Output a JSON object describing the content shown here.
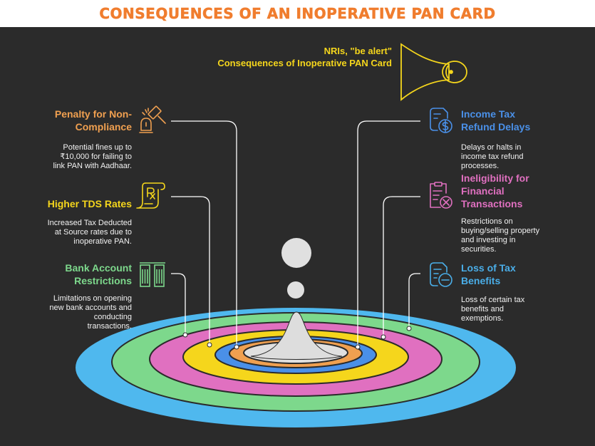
{
  "title": "Consequences of an Inoperative PAN Card",
  "nri": {
    "line1": "NRIs, \"be alert\"",
    "line2": "Consequences of Inoperative PAN Card"
  },
  "items": [
    {
      "id": "penalty",
      "heading_lines": [
        "Penalty for Non-",
        "Compliance"
      ],
      "description_lines": [
        "Potential fines up to",
        "₹10,000 for failing to",
        "link PAN with Aadhaar."
      ],
      "color": "#f0a050",
      "icon": "gavel-icon"
    },
    {
      "id": "tds",
      "heading_lines": [
        "Higher TDS Rates"
      ],
      "description_lines": [
        "Increased Tax Deducted",
        "at Source rates due to",
        "inoperative PAN."
      ],
      "color": "#f5d61c",
      "icon": "prescription-scroll-icon"
    },
    {
      "id": "bank",
      "heading_lines": [
        "Bank Account",
        "Restrictions"
      ],
      "description_lines": [
        "Limitations on opening",
        "new bank accounts and",
        "conducting",
        "transactions."
      ],
      "color": "#7dd88c",
      "icon": "bank-columns-icon"
    },
    {
      "id": "refund",
      "heading_lines": [
        "Income Tax",
        "Refund Delays"
      ],
      "description_lines": [
        "Delays or halts in",
        "income tax refund",
        "processes."
      ],
      "color": "#4a90e8",
      "icon": "dollar-document-icon"
    },
    {
      "id": "financial",
      "heading_lines": [
        "Ineligibility for",
        "Financial",
        "Transactions"
      ],
      "description_lines": [
        "Restrictions on",
        "buying/selling property",
        "and investing in",
        "securities."
      ],
      "color": "#e070c0",
      "icon": "clipboard-x-icon"
    },
    {
      "id": "benefits",
      "heading_lines": [
        "Loss of Tax",
        "Benefits"
      ],
      "description_lines": [
        "Loss of certain tax",
        "benefits and",
        "exemptions."
      ],
      "color": "#4aaee8",
      "icon": "document-minus-icon"
    }
  ],
  "ring_colors": [
    "#4fb8ee",
    "#7dd88c",
    "#e070c0",
    "#f5d61c",
    "#4a90e8",
    "#f0a050",
    "#e0e0e0"
  ]
}
